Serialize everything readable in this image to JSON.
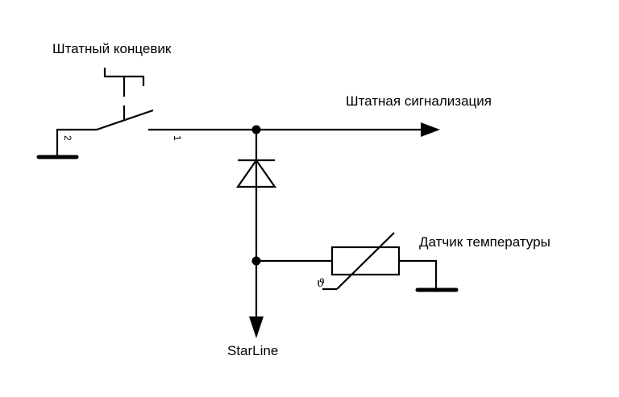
{
  "diagram": {
    "type": "circuit-schematic",
    "labels": {
      "limit_switch": "Штатный концевик",
      "stock_alarm": "Штатная сигнализация",
      "temp_sensor": "Датчик температуры",
      "starline": "StarLine"
    },
    "switch_pins": {
      "pin_left": "2",
      "pin_right": "1"
    },
    "thermistor_symbol": "ϑ",
    "components": [
      {
        "id": "limit-switch",
        "kind": "push-switch (NO)",
        "label_key": "limit_switch"
      },
      {
        "id": "diode",
        "kind": "diode"
      },
      {
        "id": "thermistor",
        "kind": "temperature-dependent resistor",
        "label_key": "temp_sensor"
      },
      {
        "id": "ground-left",
        "kind": "ground"
      },
      {
        "id": "ground-right",
        "kind": "ground"
      }
    ],
    "connections": [
      {
        "from": "ground-left",
        "to": "limit-switch.pin2"
      },
      {
        "from": "limit-switch.pin1",
        "to": "junction-top"
      },
      {
        "from": "junction-top",
        "to": "stock_alarm-output"
      },
      {
        "from": "junction-top",
        "to": "diode"
      },
      {
        "from": "diode",
        "to": "junction-bottom"
      },
      {
        "from": "junction-bottom",
        "to": "thermistor"
      },
      {
        "from": "thermistor",
        "to": "ground-right"
      },
      {
        "from": "junction-bottom",
        "to": "starline-output"
      }
    ]
  }
}
